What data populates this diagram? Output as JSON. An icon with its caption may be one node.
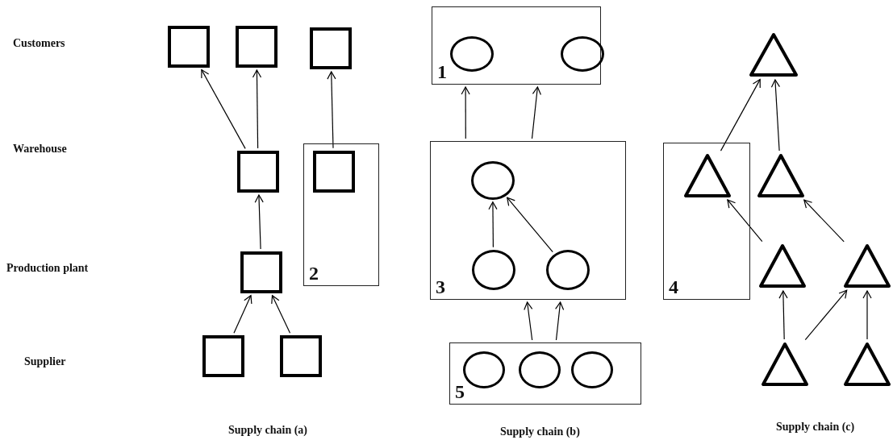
{
  "diagram": {
    "nodes": [
      {
        "text": [],
        "shape": "box"
      },
      {
        "text": [],
        "shape": "box"
      },
      {
        "text": [],
        "shape": "box"
      },
      {
        "text": [
          "1"
        ]
      },
      {
        "text": [],
        "shape": "circle",
        "in": 3
      },
      {
        "text": [],
        "shape": "circle",
        "in": 3
      },
      {
        "text": [],
        "shape": "triangle"
      },
      {
        "text": [],
        "shape": "box"
      },
      {
        "text": [
          "2"
        ]
      },
      {
        "text": [],
        "shape": "box",
        "in": 8
      },
      {
        "text": [
          "3"
        ]
      },
      {
        "text": [],
        "shape": "circle",
        "in": 10
      },
      {
        "text": [],
        "shape": "circle",
        "in": 10
      },
      {
        "text": [],
        "shape": "circle",
        "in": 10
      },
      {
        "text": [
          "4"
        ]
      },
      {
        "text": [],
        "shape": "triangle",
        "in": 14
      },
      {
        "text": [],
        "shape": "triangle"
      },
      {
        "text": [],
        "shape": "box"
      },
      {
        "text": [],
        "shape": "triangle"
      },
      {
        "text": [],
        "shape": "triangle"
      },
      {
        "text": [],
        "shape": "box"
      },
      {
        "text": [],
        "shape": "box"
      },
      {
        "text": [
          "5"
        ]
      },
      {
        "text": [],
        "shape": "circle",
        "in": 22
      },
      {
        "text": [],
        "shape": "circle",
        "in": 22
      },
      {
        "text": [],
        "shape": "circle",
        "in": 22
      },
      {
        "text": [],
        "shape": "triangle"
      },
      {
        "text": [],
        "shape": "triangle"
      }
    ],
    "edges": [
      {
        "from": 20,
        "to": 17,
        "arrow": "to"
      },
      {
        "from": 21,
        "to": 17,
        "arrow": "to"
      },
      {
        "from": 17,
        "to": 7,
        "arrow": "to"
      },
      {
        "from": 7,
        "to": 0,
        "arrow": "to"
      },
      {
        "from": 7,
        "to": 1,
        "arrow": "to"
      },
      {
        "from": 9,
        "to": 2,
        "arrow": "to"
      },
      {
        "from": 12,
        "to": 11,
        "arrow": "to"
      },
      {
        "from": 13,
        "to": 11,
        "arrow": "to"
      },
      {
        "from": 10,
        "to": 3,
        "arrow": "to"
      },
      {
        "from": 10,
        "to": 3,
        "arrow": "to"
      },
      {
        "from": 22,
        "to": 10,
        "arrow": "to"
      },
      {
        "from": 22,
        "to": 10,
        "arrow": "to"
      },
      {
        "from": 15,
        "to": 6,
        "arrow": "to"
      },
      {
        "from": 16,
        "to": 6,
        "arrow": "to"
      },
      {
        "from": 18,
        "to": 15,
        "arrow": "to"
      },
      {
        "from": 19,
        "to": 16,
        "arrow": "to"
      },
      {
        "from": 26,
        "to": 18,
        "arrow": "to"
      },
      {
        "from": 26,
        "to": 19,
        "arrow": "to"
      },
      {
        "from": 27,
        "to": 19,
        "arrow": "to"
      }
    ],
    "labels": [
      "Customers",
      "Warehouse",
      "Production plant",
      "Supplier",
      "Supply chain (a)",
      "Supply chain (b)",
      "Supply chain (c)"
    ]
  }
}
